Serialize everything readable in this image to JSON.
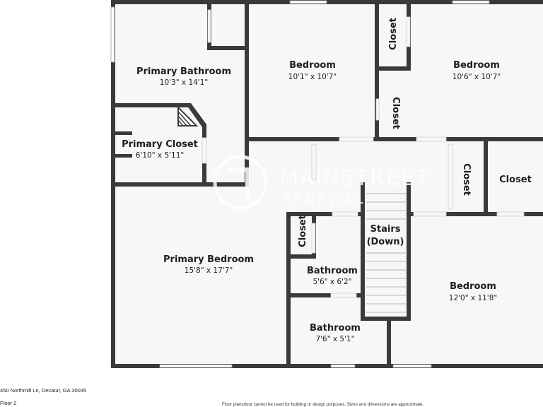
{
  "watermark": {
    "line1": "MAINSTREET",
    "line2": "RENEWAL"
  },
  "rooms": {
    "primary_bathroom": {
      "name": "Primary Bathroom",
      "dims": "10'3\" x 14'1\""
    },
    "bedroom_top_middle": {
      "name": "Bedroom",
      "dims": "10'1\" x 10'7\""
    },
    "bedroom_top_right": {
      "name": "Bedroom",
      "dims": "10'6\" x 10'7\""
    },
    "closet_top_1": {
      "name": "Closet"
    },
    "closet_top_2": {
      "name": "Closet"
    },
    "primary_closet": {
      "name": "Primary Closet",
      "dims": "6'10\" x 5'11\""
    },
    "closet_hall": {
      "name": "Closet"
    },
    "closet_right": {
      "name": "Closet"
    },
    "closet_small": {
      "name": "Closet"
    },
    "stairs": {
      "name_line1": "Stairs",
      "name_line2": "(Down)"
    },
    "primary_bedroom": {
      "name": "Primary Bedroom",
      "dims": "15'8\" x 17'7\""
    },
    "bathroom_upper": {
      "name": "Bathroom",
      "dims": "5'6\" x 6'2\""
    },
    "bathroom_lower": {
      "name": "Bathroom",
      "dims": "7'6\" x 5'1\""
    },
    "bedroom_bottom_right": {
      "name": "Bedroom",
      "dims": "12'0\" x 11'8\""
    }
  },
  "footer": {
    "address": "450 Northmill Ln, Decatur, GA 30035",
    "floor": "Floor 2",
    "disclaimer": "Floor plans/tour cannot be used for building or design purposes. Sizes and dimensions are approximate."
  },
  "colors": {
    "wall": "#3a3a3a",
    "floor": "#f7f7f7",
    "window": "#ffffff",
    "watermark": "#ffffff"
  }
}
